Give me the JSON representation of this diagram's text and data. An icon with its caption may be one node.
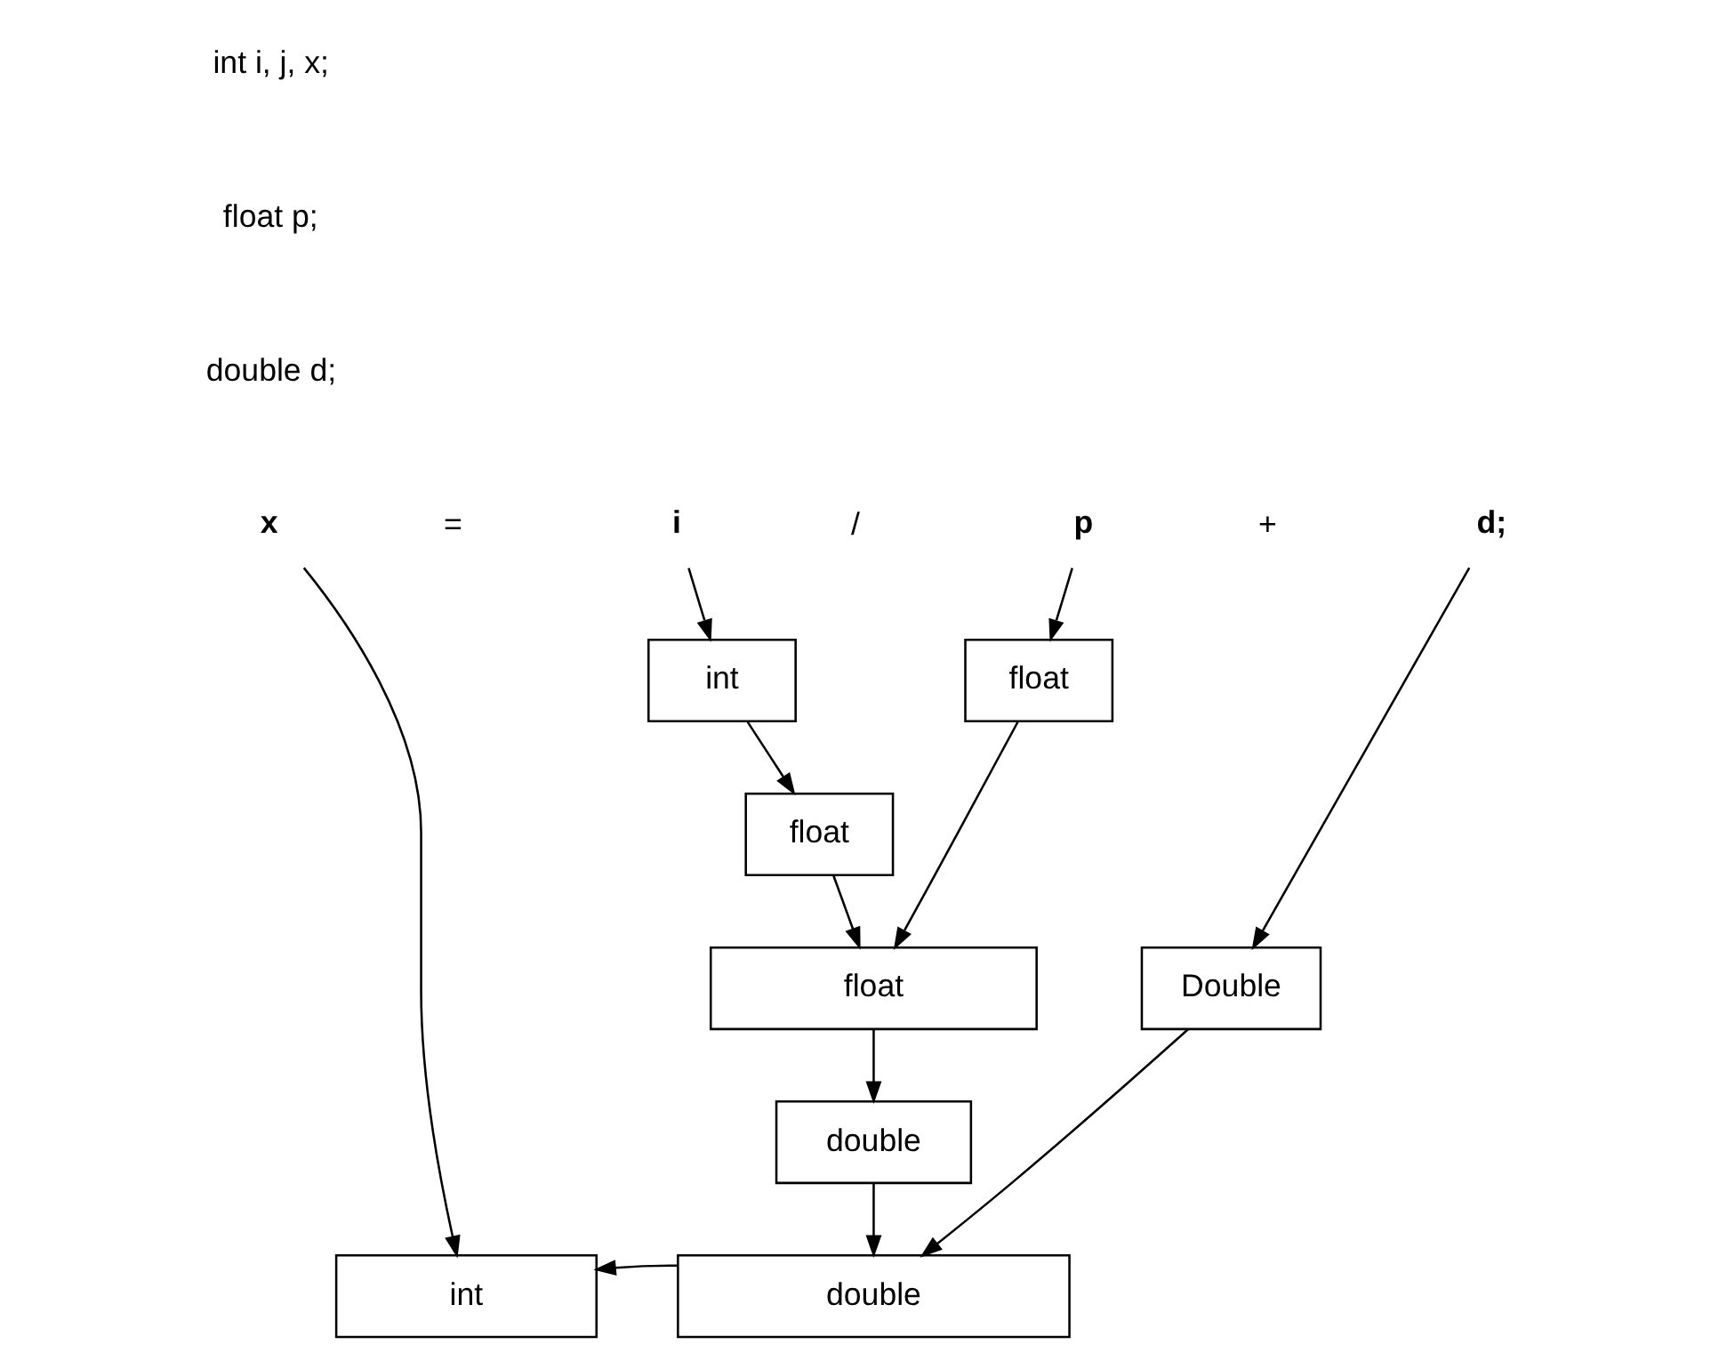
{
  "diagram": {
    "nodes": [
      {
        "text": [
          "x"
        ]
      },
      {
        "text": [
          "i"
        ]
      },
      {
        "text": [
          "p"
        ]
      },
      {
        "text": [
          "d;"
        ]
      },
      {
        "text": [
          "int"
        ]
      },
      {
        "text": [
          "float"
        ]
      },
      {
        "text": [
          "float"
        ]
      },
      {
        "text": [
          "float"
        ]
      },
      {
        "text": [
          "Double"
        ]
      },
      {
        "text": [
          "double"
        ]
      },
      {
        "text": [
          "int"
        ]
      },
      {
        "text": [
          "double"
        ]
      }
    ],
    "edges": [
      {
        "from": 0,
        "to": 10,
        "arrow": "to"
      },
      {
        "from": 1,
        "to": 4,
        "arrow": "to"
      },
      {
        "from": 2,
        "to": 5,
        "arrow": "to"
      },
      {
        "from": 3,
        "to": 8,
        "arrow": "to"
      },
      {
        "from": 4,
        "to": 6,
        "arrow": "to"
      },
      {
        "from": 6,
        "to": 7,
        "arrow": "to"
      },
      {
        "from": 5,
        "to": 7,
        "arrow": "to"
      },
      {
        "from": 7,
        "to": 9,
        "arrow": "to"
      },
      {
        "from": 8,
        "to": 11,
        "arrow": "to"
      },
      {
        "from": 9,
        "to": 11,
        "arrow": "to"
      },
      {
        "from": 11,
        "to": 10,
        "arrow": "to"
      }
    ],
    "labels": [
      "int i, j, x;",
      "float p;",
      "double d;",
      "=",
      "/",
      "+"
    ]
  }
}
